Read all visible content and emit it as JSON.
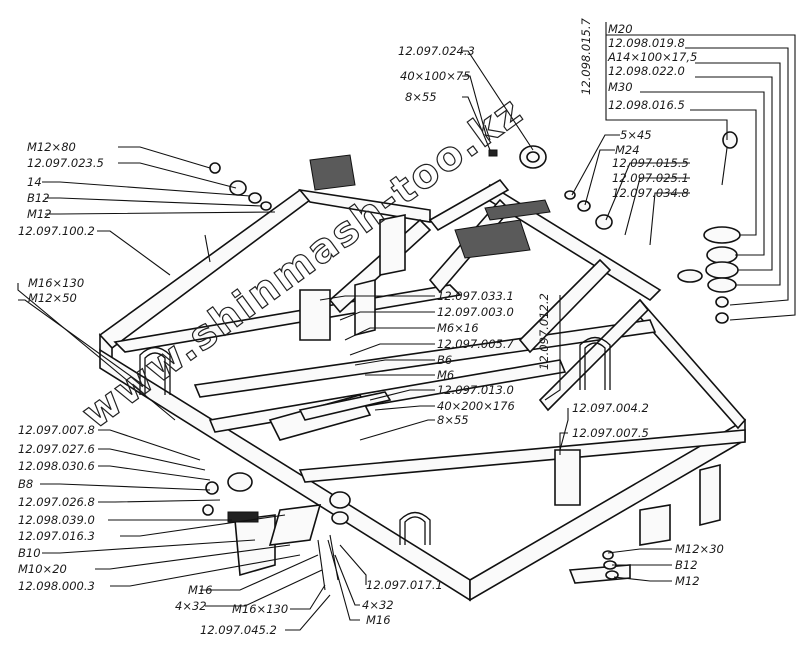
{
  "watermark": "www.shinmash-too.kz",
  "labels": {
    "top_mid": [
      "12.097.024.3",
      "40×100×75",
      "8×55"
    ],
    "vertical_top": "12.098.015.7",
    "top_right": [
      "M20",
      "12.098.019.8",
      "A14×100×17,5",
      "12.098.022.0",
      "M30",
      "12.098.016.5"
    ],
    "left_upper": [
      "M12×80",
      "12.097.023.5",
      "14",
      "B12",
      "M12",
      "12.097.100.2"
    ],
    "right_upper": [
      "5×45",
      "M24",
      "12.097.015.5",
      "12.097.025.1",
      "12.097.034.8"
    ],
    "left_mid": [
      "M16×130",
      "M12×50"
    ],
    "center": [
      "12.097.033.1",
      "12.097.003.0",
      "M6×16",
      "12.097.005.7",
      "B6",
      "M6",
      "12.097.013.0",
      "40×200×176",
      "8×55"
    ],
    "vertical_center": "12.097.012.2",
    "right_mid": [
      "12.097.004.2",
      "12.097.007.5"
    ],
    "left_lower": [
      "12.097.007.8",
      "12.097.027.6",
      "12.098.030.6",
      "B8",
      "12.097.026.8",
      "12.098.039.0",
      "12.097.016.3",
      "B10",
      "M10×20",
      "12.098.000.3"
    ],
    "bottom": [
      "M16",
      "4×32",
      "M16×130",
      "12.097.045.2",
      "12.097.017.1",
      "4×32",
      "M16"
    ],
    "right_lower": [
      "M12×30",
      "B12",
      "M12"
    ]
  }
}
